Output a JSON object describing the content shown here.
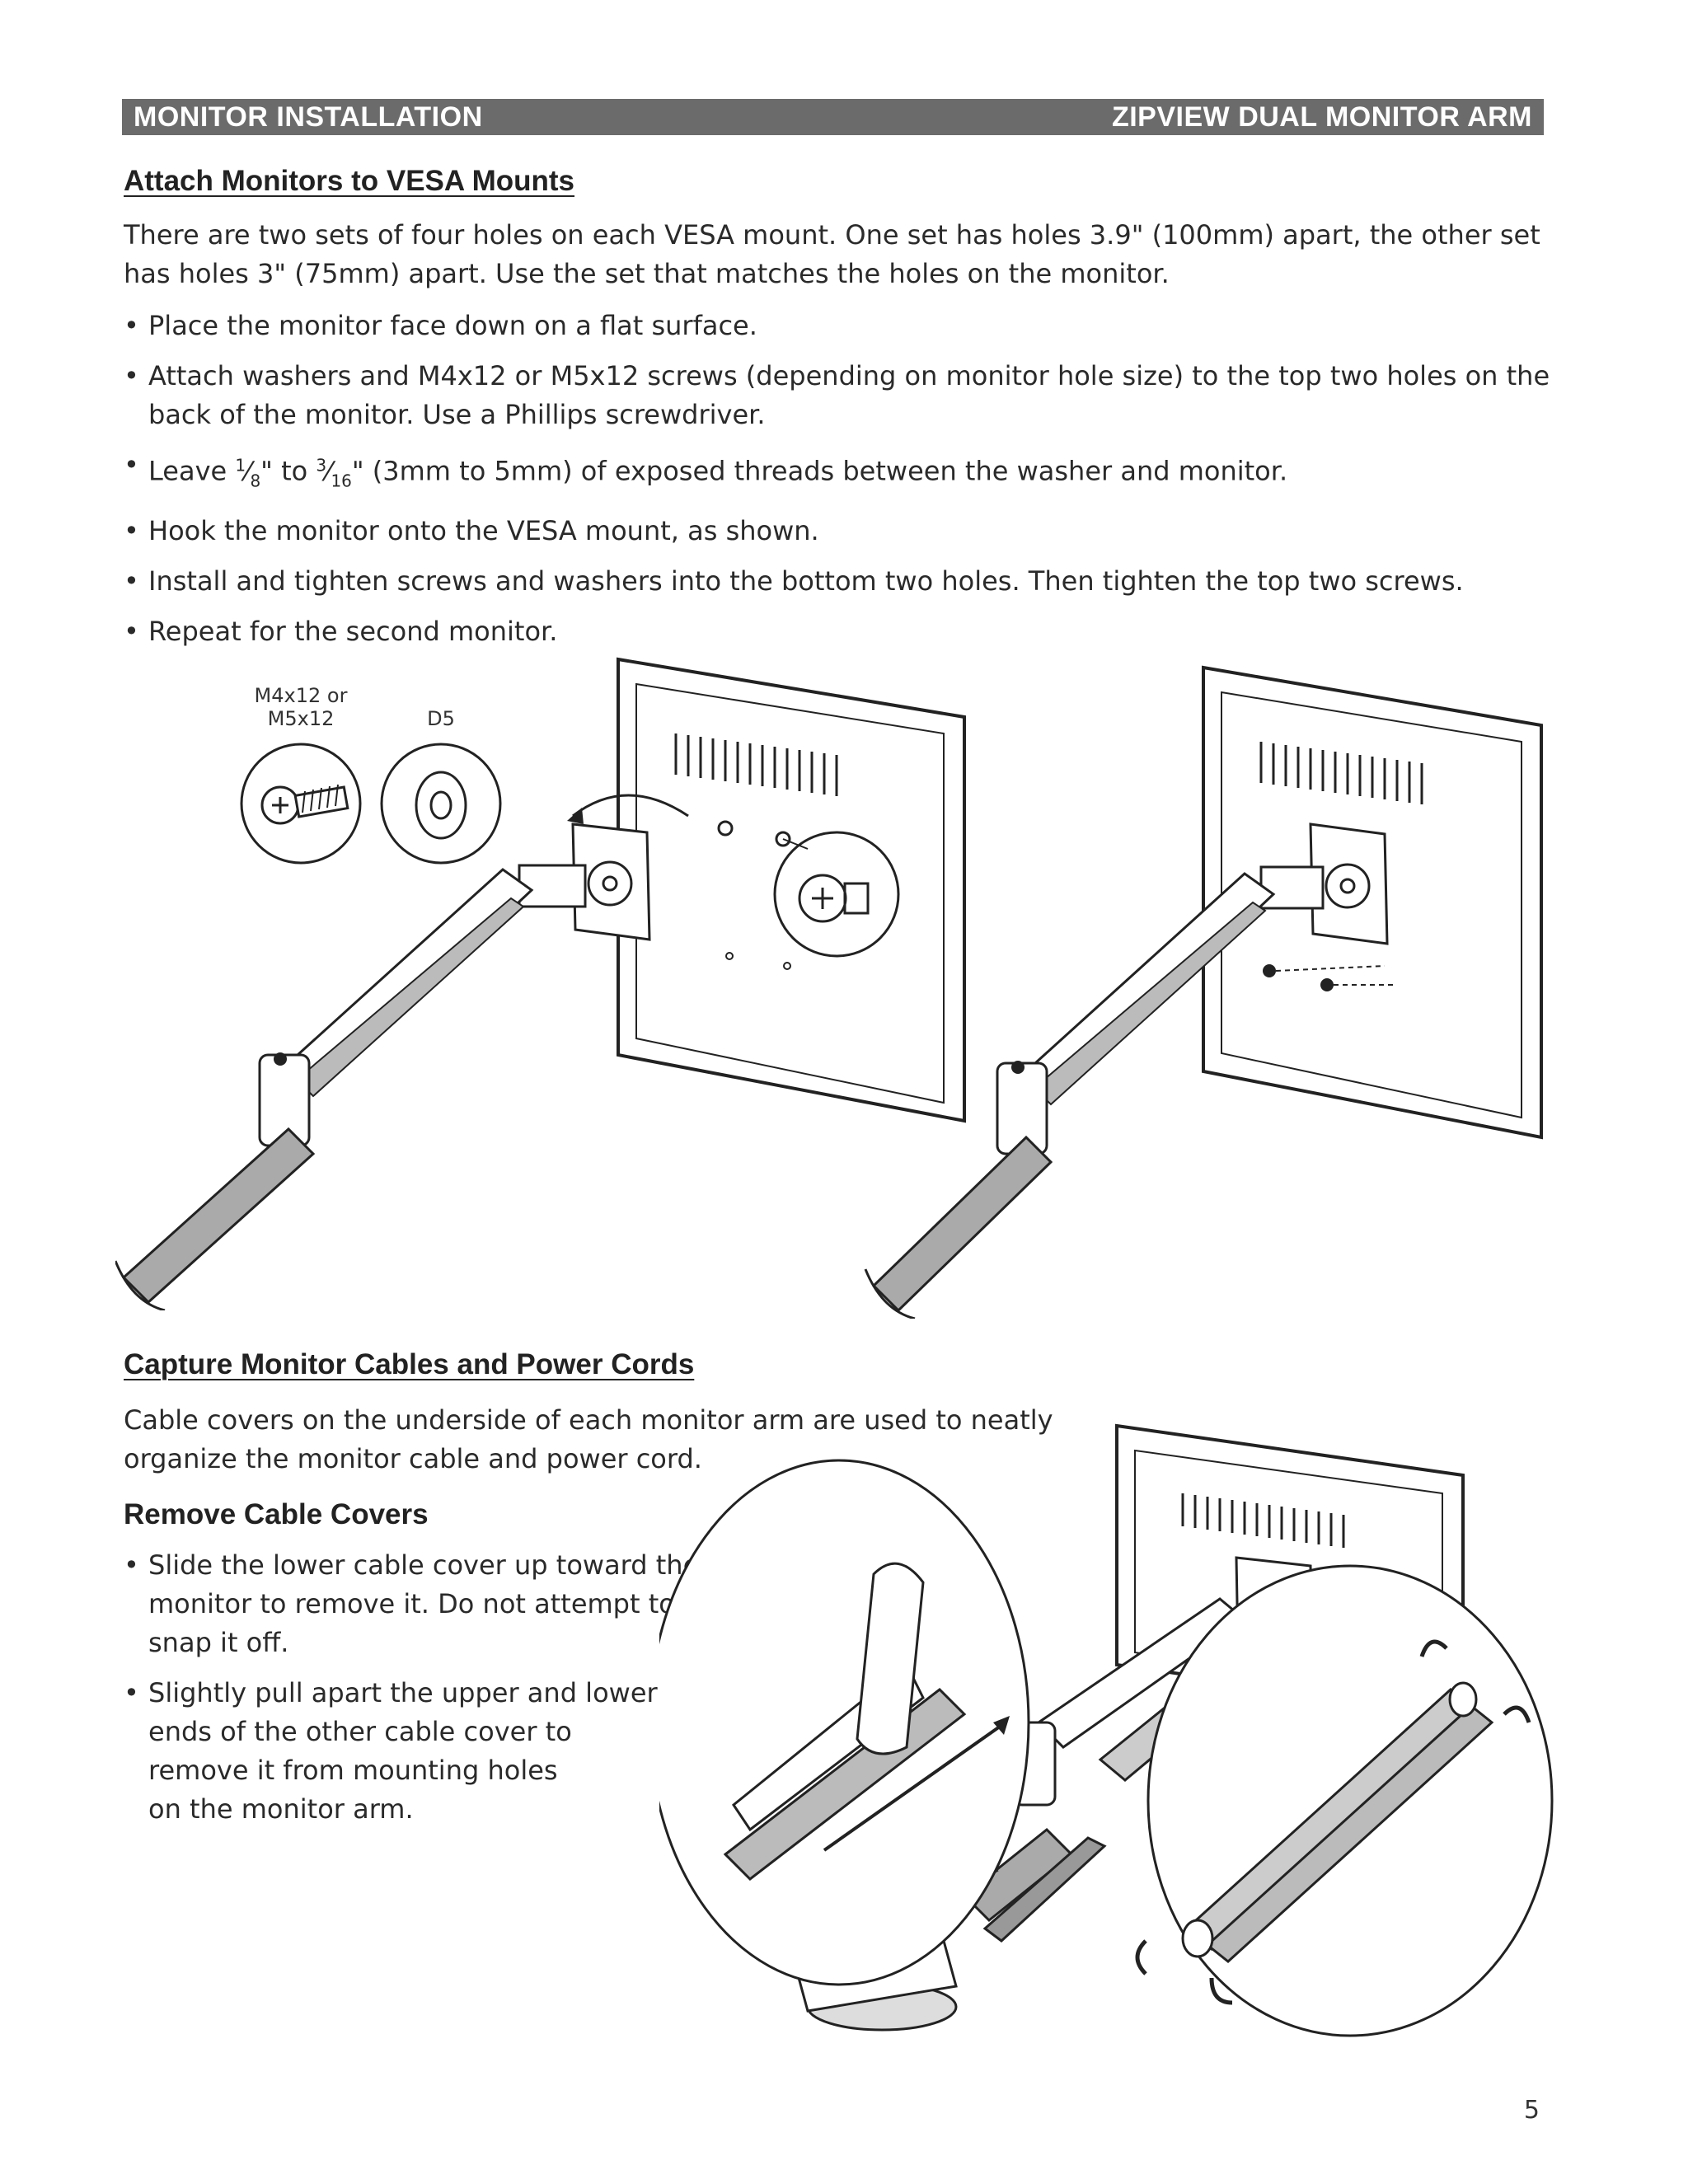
{
  "header": {
    "left": "MONITOR INSTALLATION",
    "right": "ZIPVIEW DUAL MONITOR ARM"
  },
  "section1": {
    "title": "Attach Monitors to VESA Mounts",
    "intro": "There are two sets of four holes on each VESA mount. One set has holes 3.9\" (100mm) apart, the other set has holes 3\" (75mm) apart. Use the set that matches the holes on the monitor.",
    "bullets": [
      "Place the monitor face down on a flat surface.",
      "Attach washers and M4x12 or M5x12 screws (depending on monitor hole size) to the top two holes on the back of the monitor. Use a Phillips screwdriver.",
      "(3mm to 5mm) of exposed threads between the washer and monitor.",
      "Hook the monitor onto the VESA mount, as shown.",
      "Install and tighten screws and washers into the bottom two holes. Then tighten the top two screws.",
      "Repeat for the second monitor."
    ],
    "fraction_bullet": {
      "prefix": "Leave ",
      "f1_num": "1",
      "f1_den": "8",
      "mid": "\" to ",
      "f2_num": "3",
      "f2_den": "16",
      "suffix": "\" "
    },
    "figure_labels": {
      "screw_line1": "M4x12 or",
      "screw_line2": "M5x12",
      "washer": "D5"
    }
  },
  "section2": {
    "title": "Capture Monitor Cables and Power Cords",
    "intro_line1": "Cable covers on the underside of each monitor arm are used to neatly",
    "intro_line2": "organize the monitor cable and power cord.",
    "subtitle": "Remove Cable Covers",
    "bullet1_lines": [
      "Slide the lower cable cover up toward the",
      "monitor to remove it. Do not attempt to",
      "snap it off."
    ],
    "bullet2_lines": [
      "Slightly pull apart the upper and lower",
      "ends of the other cable cover to",
      "remove it from mounting holes",
      "on the monitor arm."
    ]
  },
  "page_number": "5"
}
